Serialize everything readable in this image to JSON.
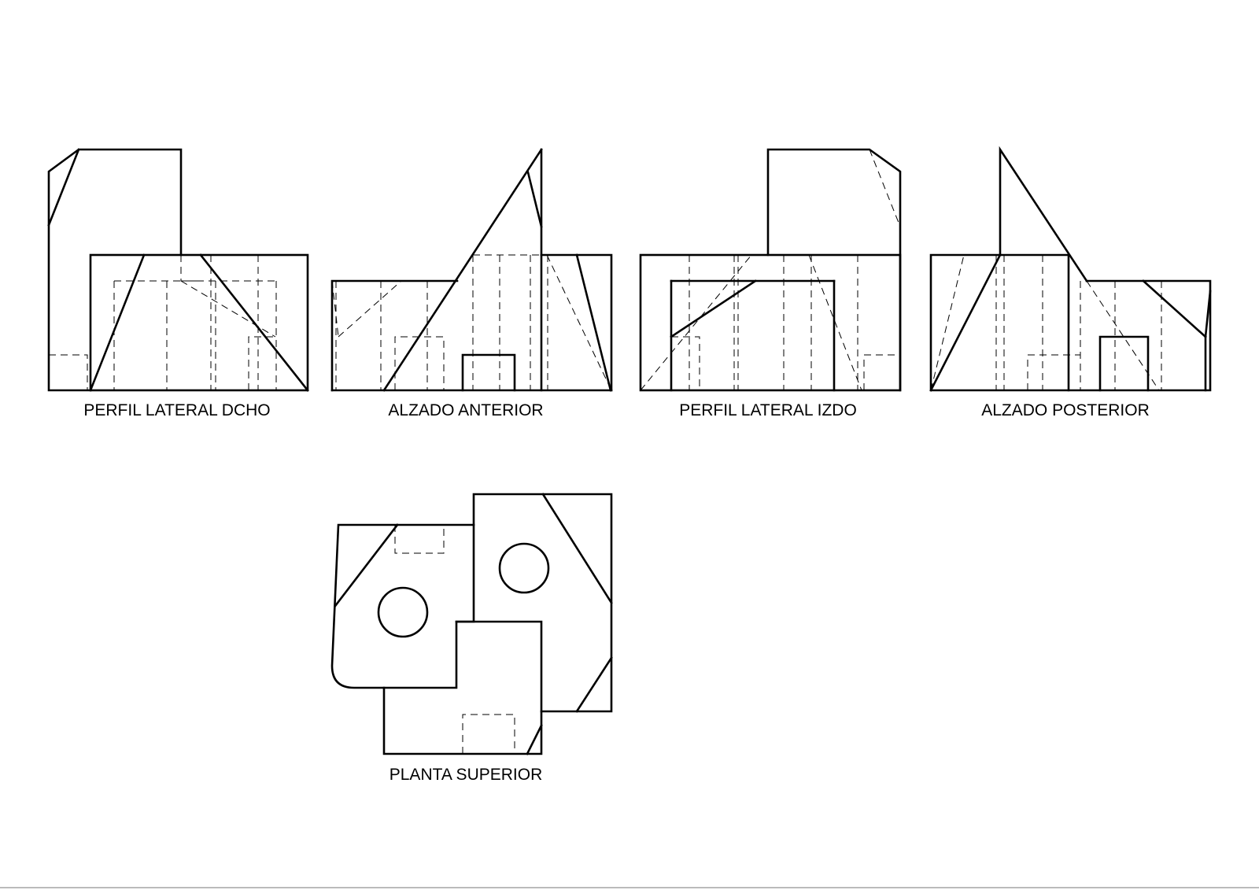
{
  "views": {
    "right_profile": "PERFIL LATERAL DCHO",
    "front_elevation": "ALZADO ANTERIOR",
    "left_profile": "PERFIL LATERAL IZDO",
    "rear_elevation": "ALZADO POSTERIOR",
    "top_plan": "PLANTA SUPERIOR"
  },
  "colors": {
    "line": "#000000",
    "background": "#ffffff"
  }
}
